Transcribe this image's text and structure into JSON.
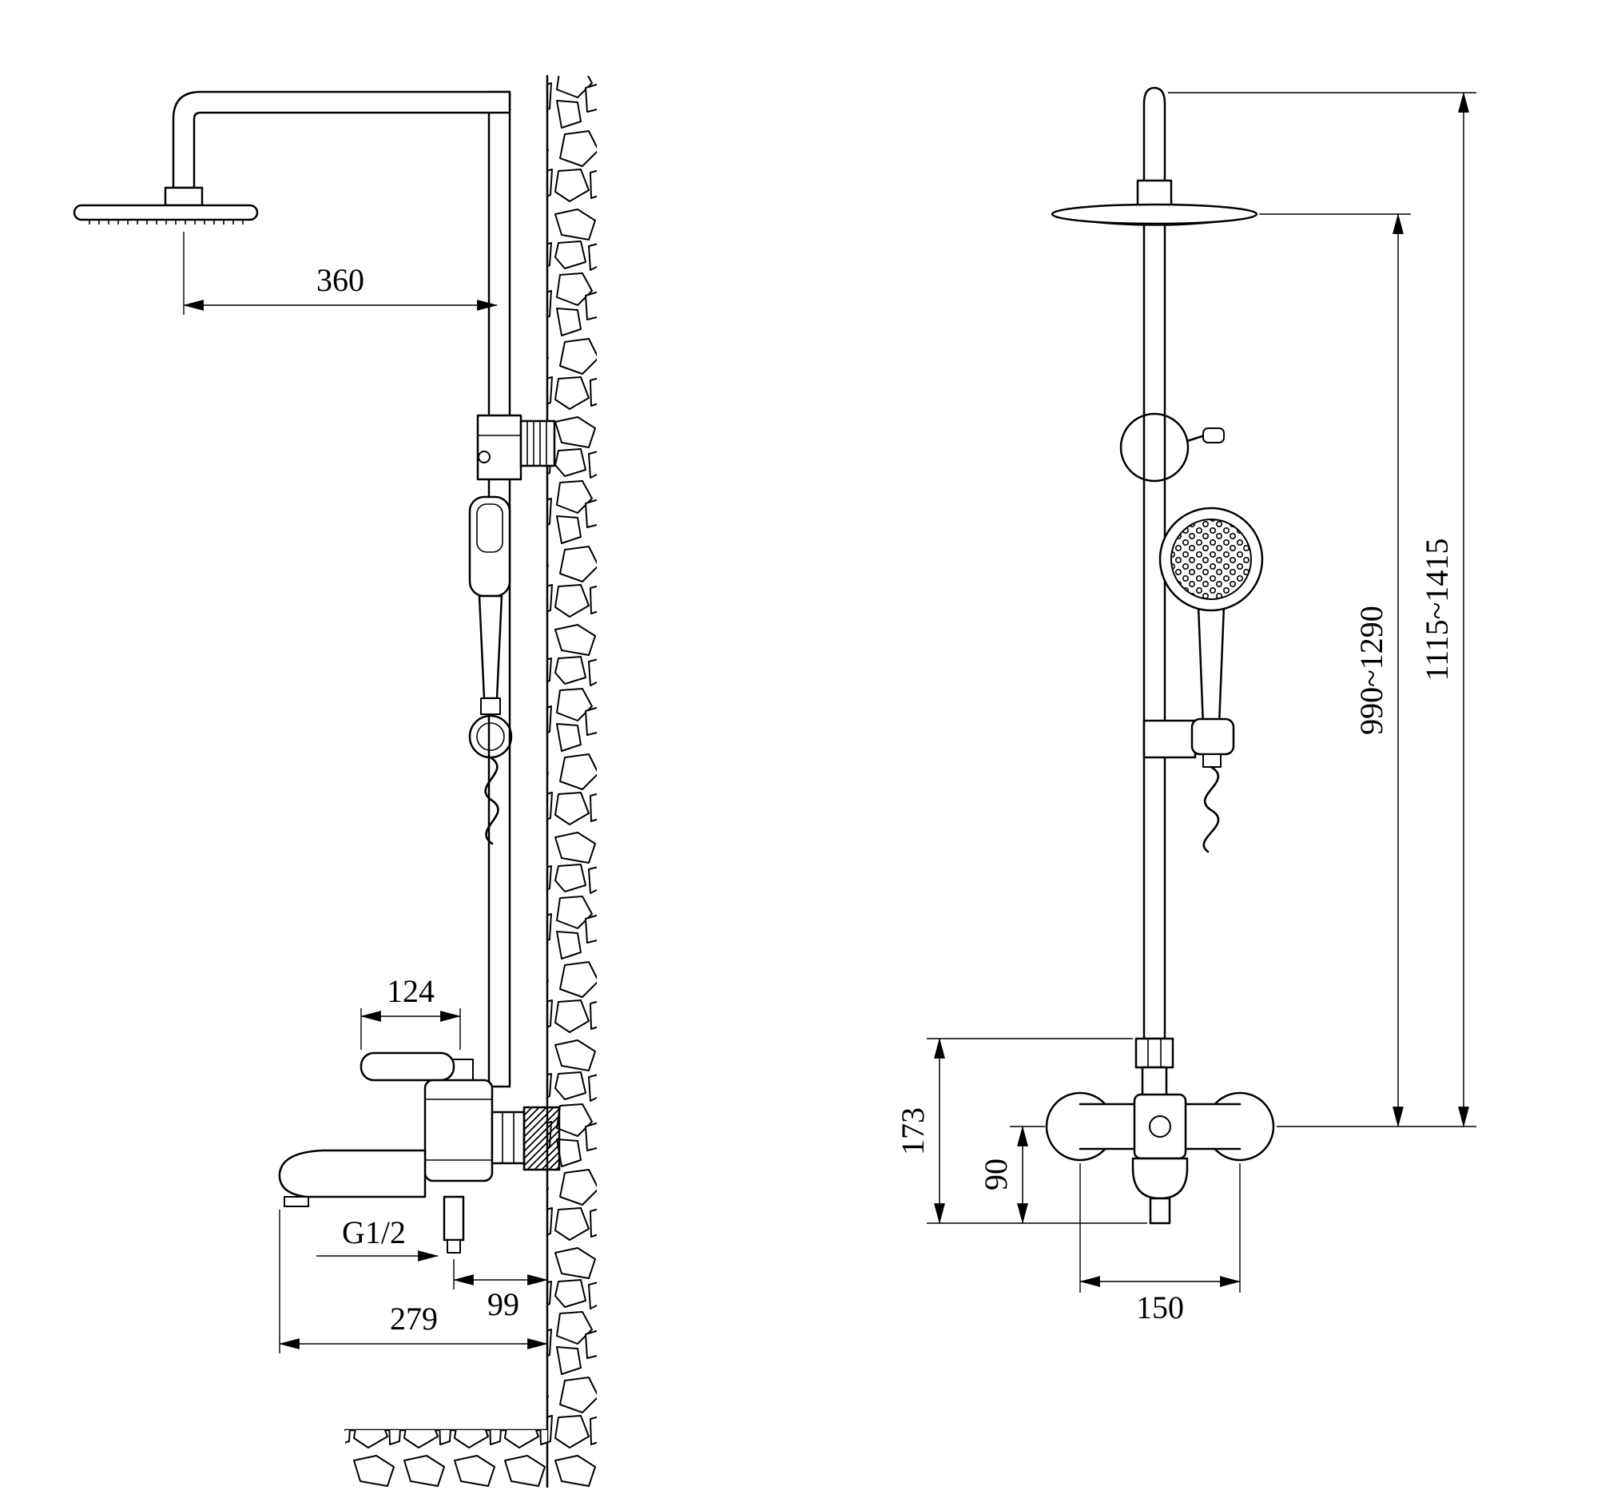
{
  "page": {
    "background": "#ffffff",
    "line_color": "#000000",
    "description": "Technical dimensional drawing of a wall-mounted shower column, side and front elevations"
  },
  "views": {
    "side": {
      "name": "side-elevation",
      "dimensions": {
        "arm_reach": "360",
        "handle_length": "124",
        "outlet_thread": "G1/2",
        "outlet_offset": "99",
        "spout_reach": "279"
      }
    },
    "front": {
      "name": "front-elevation",
      "dimensions": {
        "overall_height": "1115~1415",
        "riser_height": "990~1290",
        "body_drop": "173",
        "spout_drop": "90",
        "inlet_centers": "150"
      }
    }
  }
}
